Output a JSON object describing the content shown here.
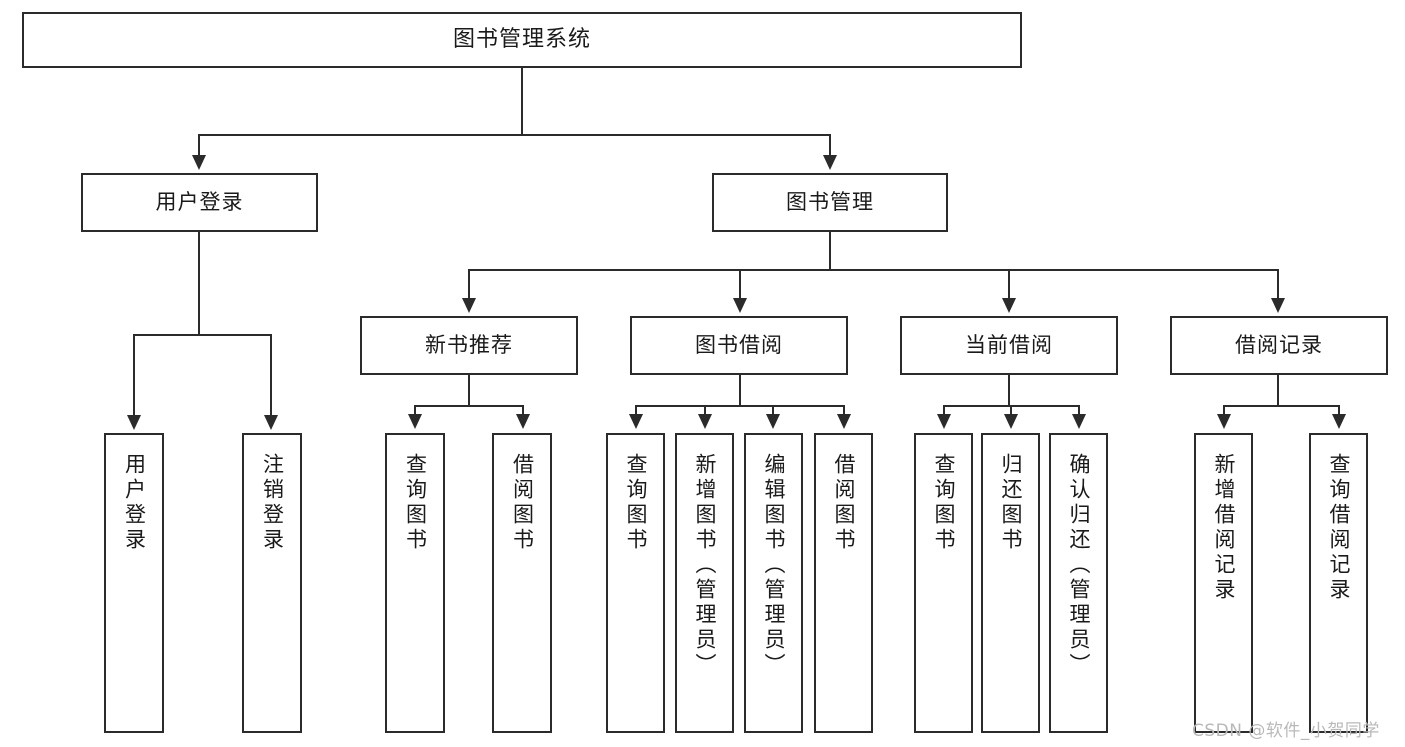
{
  "diagram": {
    "title_node": {
      "label": "图书管理系统"
    },
    "level2": [
      {
        "label": "用户登录"
      },
      {
        "label": "图书管理"
      }
    ],
    "level3": [
      {
        "label": "新书推荐"
      },
      {
        "label": "图书借阅"
      },
      {
        "label": "当前借阅"
      },
      {
        "label": "借阅记录"
      }
    ],
    "leaves_user_login": [
      {
        "label": "用户登录"
      },
      {
        "label": "注销登录"
      }
    ],
    "leaves_new_book": [
      {
        "label": "查询图书"
      },
      {
        "label": "借阅图书"
      }
    ],
    "leaves_borrow": [
      {
        "label": "查询图书"
      },
      {
        "label": "新增图书（管理员）"
      },
      {
        "label": "编辑图书（管理员）"
      },
      {
        "label": "借阅图书"
      }
    ],
    "leaves_current": [
      {
        "label": "查询图书"
      },
      {
        "label": "归还图书"
      },
      {
        "label": "确认归还（管理员）"
      }
    ],
    "leaves_records": [
      {
        "label": "新增借阅记录"
      },
      {
        "label": "查询借阅记录"
      }
    ]
  },
  "watermark": {
    "text": "CSDN @软件_小贺同学"
  },
  "colors": {
    "stroke": "#2b2b2b",
    "fill": "#ffffff",
    "text": "#1a1a1a",
    "watermark": "#b9b9b9"
  }
}
